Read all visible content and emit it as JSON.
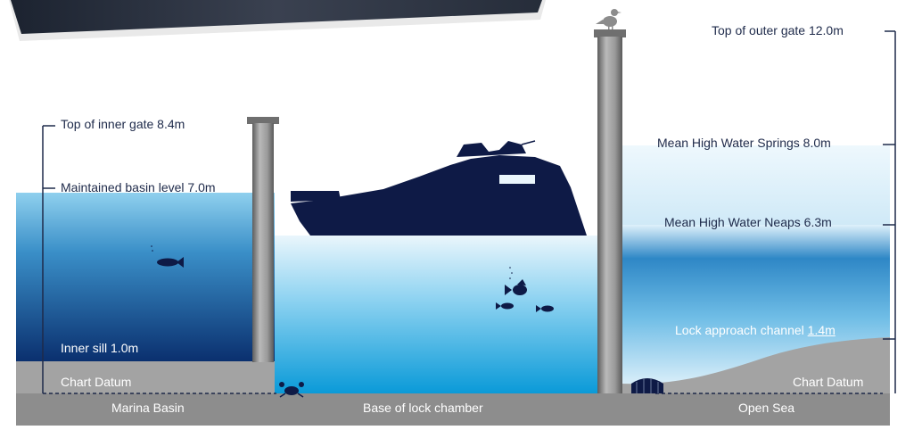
{
  "labels": {
    "top_outer_gate": "Top of outer gate 12.0m",
    "top_inner_gate": "Top of inner gate 8.4m",
    "mean_high_water_springs": "Mean High Water Springs 8.0m",
    "maintained_basin_level": "Maintained basin level 7.0m",
    "mean_high_water_neaps": "Mean High Water Neaps 6.3m",
    "lock_approach_channel": "Lock approach channel",
    "lock_approach_channel_value": "1.4m",
    "inner_sill": "Inner sill 1.0m",
    "chart_datum_left": "Chart Datum",
    "chart_datum_right": "Chart Datum"
  },
  "zones": {
    "marina_basin": "Marina Basin",
    "lock_chamber_base": "Base of lock chamber",
    "open_sea": "Open Sea"
  },
  "colors": {
    "basin_water_top": "#8fd0ee",
    "basin_water_bottom": "#0a2f6e",
    "chamber_water_top": "#e6f4fb",
    "chamber_water_bottom": "#0a9ad8",
    "sea_water_top": "#5fb2e0",
    "sea_water_bottom": "#e4f3fb",
    "seabed": "#a3a3a3",
    "ground_band": "#8d8d8d",
    "silhouette": "#0e1a46",
    "gate": "#8a8a8a"
  }
}
